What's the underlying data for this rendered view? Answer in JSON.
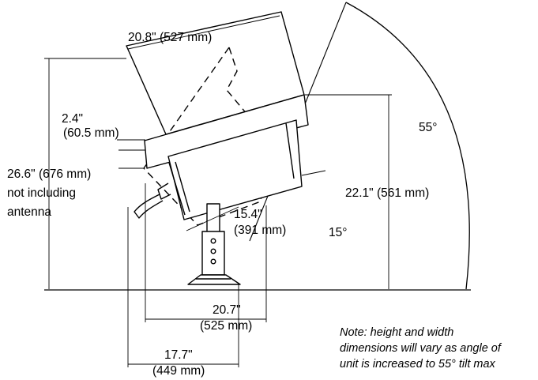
{
  "diagram": {
    "dimensions": {
      "top_width": "20.8\" (527 mm)",
      "offset_imperial": "2.4\"",
      "offset_metric": "(60.5 mm)",
      "overall_height_1": "26.6\" (676 mm)",
      "overall_height_2": "not including",
      "overall_height_3": "antenna",
      "tilt_max": "55°",
      "right_height": "22.1\" (561 mm)",
      "depth_imperial": "15.4\"",
      "depth_metric": "(391 mm)",
      "tilt_min": "15°",
      "base_width_imperial": "20.7\"",
      "base_width_metric": "(525 mm)",
      "footprint_imperial": "17.7\"",
      "footprint_metric": "(449 mm)"
    },
    "note": {
      "line1": "Note: height and width",
      "line2": "dimensions will vary as angle of",
      "line3": "unit is increased to 55° tilt max"
    }
  }
}
